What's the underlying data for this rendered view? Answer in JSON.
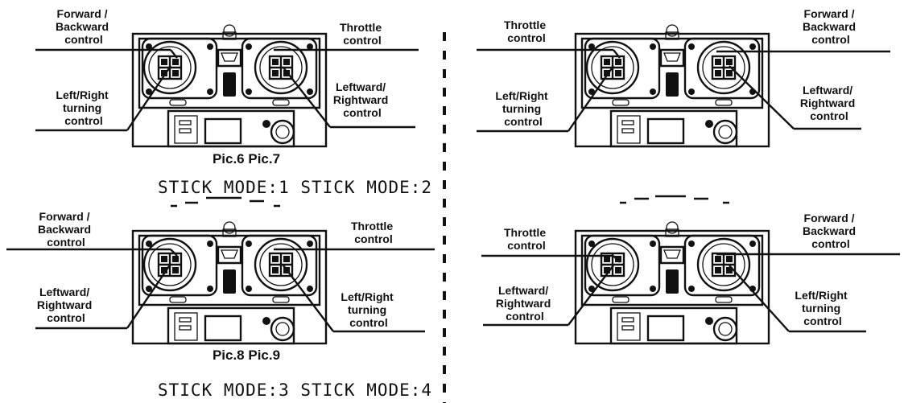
{
  "colors": {
    "ink": "#111111",
    "background": "#ffffff"
  },
  "panels": [
    {
      "id": "pic6",
      "left_labels": [
        "Forward /",
        "Backward",
        "control"
      ],
      "left_bottom_labels": [
        "Left/Right",
        "turning",
        "control"
      ],
      "right_labels": [
        "Throttle",
        "control"
      ],
      "right_bottom_labels": [
        "Leftward/",
        "Rightward",
        "control"
      ]
    },
    {
      "id": "pic7",
      "left_labels": [
        "Throttle",
        "control"
      ],
      "left_bottom_labels": [
        "Left/Right",
        "turning",
        "control"
      ],
      "right_labels": [
        "Forward /",
        "Backward",
        "control"
      ],
      "right_bottom_labels": [
        "Leftward/",
        "Rightward",
        "control"
      ]
    },
    {
      "id": "pic8",
      "left_labels": [
        "Forward /",
        "Backward",
        "control"
      ],
      "left_bottom_labels": [
        "Leftward/",
        "Rightward",
        "control"
      ],
      "right_labels": [
        "Throttle",
        "control"
      ],
      "right_bottom_labels": [
        "Left/Right",
        "turning",
        "control"
      ]
    },
    {
      "id": "pic9",
      "left_labels": [
        "Throttle",
        "control"
      ],
      "left_bottom_labels": [
        "Leftward/",
        "Rightward",
        "control"
      ],
      "right_labels": [
        "Forward /",
        "Backward",
        "control"
      ],
      "right_bottom_labels": [
        "Left/Right",
        "turning",
        "control"
      ]
    }
  ],
  "captions": {
    "top_pics": "Pic.6 Pic.7",
    "top_modes": "STICK MODE:1 STICK MODE:2",
    "bottom_pics": "Pic.8 Pic.9",
    "bottom_modes": "STICK MODE:3 STICK MODE:4"
  }
}
